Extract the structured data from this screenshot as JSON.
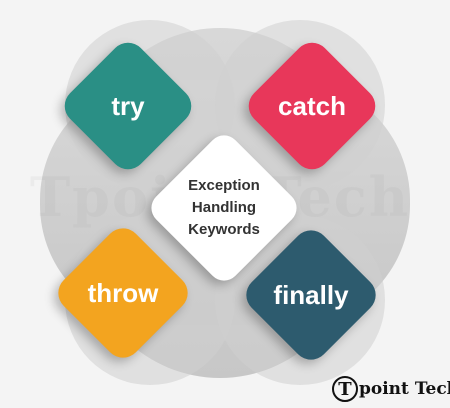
{
  "center": {
    "line1": "Exception",
    "line2": "Handling",
    "line3": "Keywords",
    "color": "#ffffff"
  },
  "keywords": {
    "try": {
      "label": "try",
      "color": "#2a8f85"
    },
    "catch": {
      "label": "catch",
      "color": "#e8375a"
    },
    "throw": {
      "label": "throw",
      "color": "#f3a41f"
    },
    "finally": {
      "label": "finally",
      "color": "#2d5b6e"
    }
  },
  "watermark": "Tpoint Tech",
  "logo": {
    "mark": "T",
    "text": "point Tech"
  }
}
